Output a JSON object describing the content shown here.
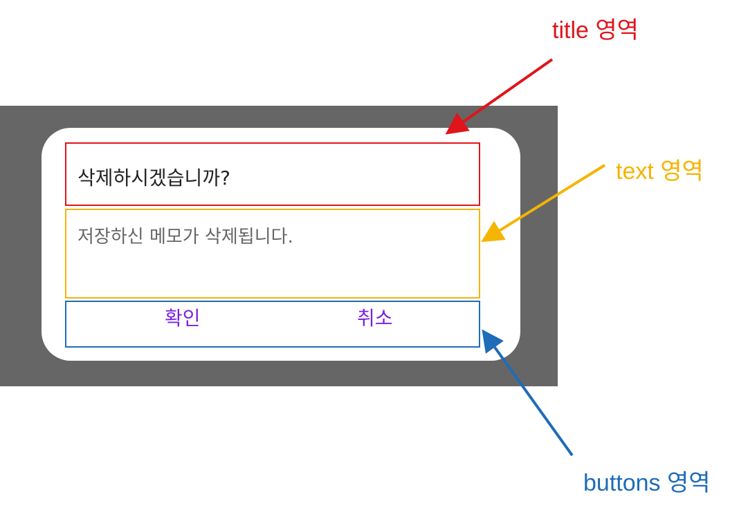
{
  "dialog": {
    "title": "삭제하시겠습니까?",
    "message": "저장하신 메모가 삭제됩니다.",
    "buttons": {
      "confirm_label": "확인",
      "cancel_label": "취소"
    }
  },
  "annotations": {
    "title_label": "title 영역",
    "text_label": "text 영역",
    "buttons_label": "buttons 영역"
  },
  "colors": {
    "title_region": "#e0141b",
    "text_region": "#f5b400",
    "buttons_region": "#1f6cb8",
    "button_text": "#7b1fe0",
    "scrim": "#666666"
  }
}
